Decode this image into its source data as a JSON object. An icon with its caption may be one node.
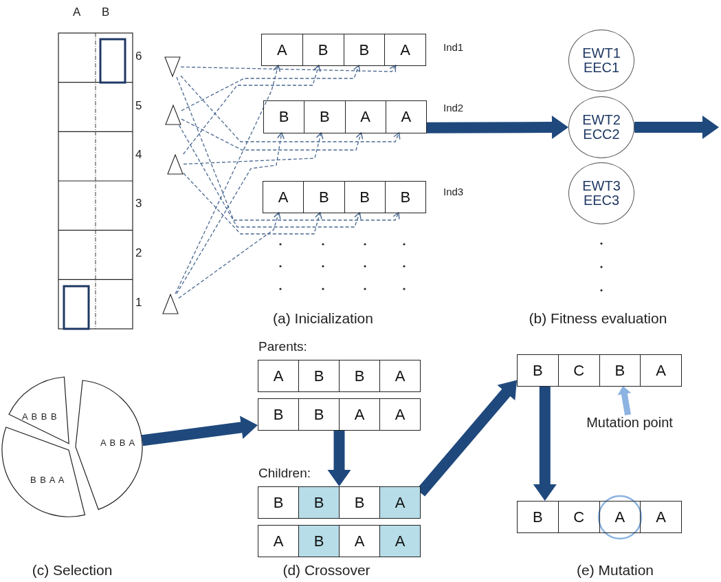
{
  "diagram": {
    "nodes": [
      {
        "text": [],
        "shape": "triangle"
      },
      {
        "text": [],
        "shape": "triangle"
      },
      {
        "text": [],
        "shape": "triangle"
      },
      {
        "text": [],
        "shape": "triangle"
      },
      {
        "text": [],
        "shape": "box",
        "beside": [
          "Ind1"
        ]
      },
      {
        "text": [
          "A"
        ],
        "in": 4
      },
      {
        "text": [
          "B"
        ],
        "in": 4
      },
      {
        "text": [
          "B"
        ],
        "in": 4
      },
      {
        "text": [
          "A"
        ],
        "in": 4
      },
      {
        "text": [],
        "shape": "box",
        "beside": [
          "Ind2"
        ]
      },
      {
        "text": [
          "B"
        ],
        "in": 9
      },
      {
        "text": [
          "B"
        ],
        "in": 9
      },
      {
        "text": [
          "A"
        ],
        "in": 9
      },
      {
        "text": [
          "A"
        ],
        "in": 9
      },
      {
        "text": [],
        "shape": "box",
        "beside": [
          "Ind3"
        ]
      },
      {
        "text": [
          "A"
        ],
        "in": 14
      },
      {
        "text": [
          "B"
        ],
        "in": 14
      },
      {
        "text": [
          "B"
        ],
        "in": 14
      },
      {
        "text": [
          "B"
        ],
        "in": 14
      },
      {
        "text": [
          "EWT1 EEC1"
        ]
      },
      {
        "text": [
          "EWT2 ECC2"
        ]
      },
      {
        "text": [
          "EWT3 EEC3"
        ]
      },
      {
        "text": [
          "A B B B"
        ]
      },
      {
        "text": [
          "A B B A"
        ]
      },
      {
        "text": [
          "B B A A"
        ]
      },
      {
        "text": [],
        "shape": "box"
      },
      {
        "text": [
          "A"
        ],
        "in": 25
      },
      {
        "text": [
          "B"
        ],
        "in": 25
      },
      {
        "text": [
          "B"
        ],
        "in": 25
      },
      {
        "text": [
          "A"
        ],
        "in": 25
      },
      {
        "text": [],
        "shape": "box"
      },
      {
        "text": [
          "B"
        ],
        "in": 30
      },
      {
        "text": [
          "B"
        ],
        "in": 30
      },
      {
        "text": [
          "A"
        ],
        "in": 30
      },
      {
        "text": [
          "A"
        ],
        "in": 30
      },
      {
        "text": [],
        "shape": "box"
      },
      {
        "text": [
          "B"
        ],
        "in": 35
      },
      {
        "text": [
          "B"
        ],
        "in": 35
      },
      {
        "text": [
          "B"
        ],
        "in": 35
      },
      {
        "text": [
          "A"
        ],
        "in": 35
      },
      {
        "text": [],
        "shape": "box"
      },
      {
        "text": [
          "A"
        ],
        "in": 40
      },
      {
        "text": [
          "B"
        ],
        "in": 40
      },
      {
        "text": [
          "A"
        ],
        "in": 40
      },
      {
        "text": [
          "A"
        ],
        "in": 40
      },
      {
        "text": [],
        "shape": "box"
      },
      {
        "text": [
          "B"
        ],
        "in": 45
      },
      {
        "text": [
          "C"
        ],
        "in": 45
      },
      {
        "text": [
          "B"
        ],
        "in": 45
      },
      {
        "text": [
          "A"
        ],
        "in": 45
      },
      {
        "text": [
          "Mutation point"
        ]
      },
      {
        "text": [],
        "shape": "box"
      },
      {
        "text": [
          "B"
        ],
        "in": 51
      },
      {
        "text": [
          "C"
        ],
        "in": 51
      },
      {
        "text": [
          "A"
        ],
        "in": 51
      },
      {
        "text": [
          "A"
        ],
        "in": 51
      }
    ],
    "edges": [
      {
        "from": 0,
        "to": 8,
        "arrow": "to",
        "style": "dashed"
      },
      {
        "from": 0,
        "to": 13,
        "arrow": "to",
        "style": "dashed"
      },
      {
        "from": 0,
        "to": 18,
        "arrow": "to",
        "style": "dashed"
      },
      {
        "from": 1,
        "to": 7,
        "arrow": "to",
        "style": "dashed"
      },
      {
        "from": 1,
        "to": 12,
        "arrow": "to",
        "style": "dashed"
      },
      {
        "from": 1,
        "to": 17,
        "arrow": "to",
        "style": "dashed"
      },
      {
        "from": 2,
        "to": 6,
        "arrow": "to",
        "style": "dashed"
      },
      {
        "from": 2,
        "to": 11,
        "arrow": "to",
        "style": "dashed"
      },
      {
        "from": 2,
        "to": 16,
        "arrow": "to",
        "style": "dashed"
      },
      {
        "from": 3,
        "to": 5,
        "arrow": "to",
        "style": "dashed"
      },
      {
        "from": 3,
        "to": 10,
        "arrow": "to",
        "style": "dashed"
      },
      {
        "from": 3,
        "to": 15,
        "arrow": "to",
        "style": "dashed"
      },
      {
        "from": 9,
        "to": 20,
        "arrow": "to",
        "style": "thick",
        "color": "#1f497d"
      },
      {
        "from": 20,
        "to": null,
        "arrow": "to",
        "style": "thick",
        "color": "#1f497d"
      },
      {
        "from": 23,
        "to": 30,
        "arrow": "to",
        "style": "thick",
        "color": "#1f497d"
      },
      {
        "from": 30,
        "to": 35,
        "arrow": "to",
        "style": "thick",
        "color": "#1f497d"
      },
      {
        "from": 35,
        "to": 45,
        "arrow": "to",
        "style": "thick",
        "color": "#1f497d"
      },
      {
        "from": 50,
        "to": 48,
        "arrow": "to",
        "style": "thick",
        "color": "#8db3e2"
      },
      {
        "from": 45,
        "to": 51,
        "arrow": "to",
        "style": "thick",
        "color": "#1f497d"
      }
    ],
    "labels": [
      "A",
      "B",
      "6",
      "5",
      "4",
      "3",
      "2",
      "1",
      "(a) Inicialization",
      "(b) Fitness evaluation",
      "Parents:",
      "Children:",
      "(c) Selection",
      "(d) Crossover",
      "(e) Mutation"
    ]
  }
}
